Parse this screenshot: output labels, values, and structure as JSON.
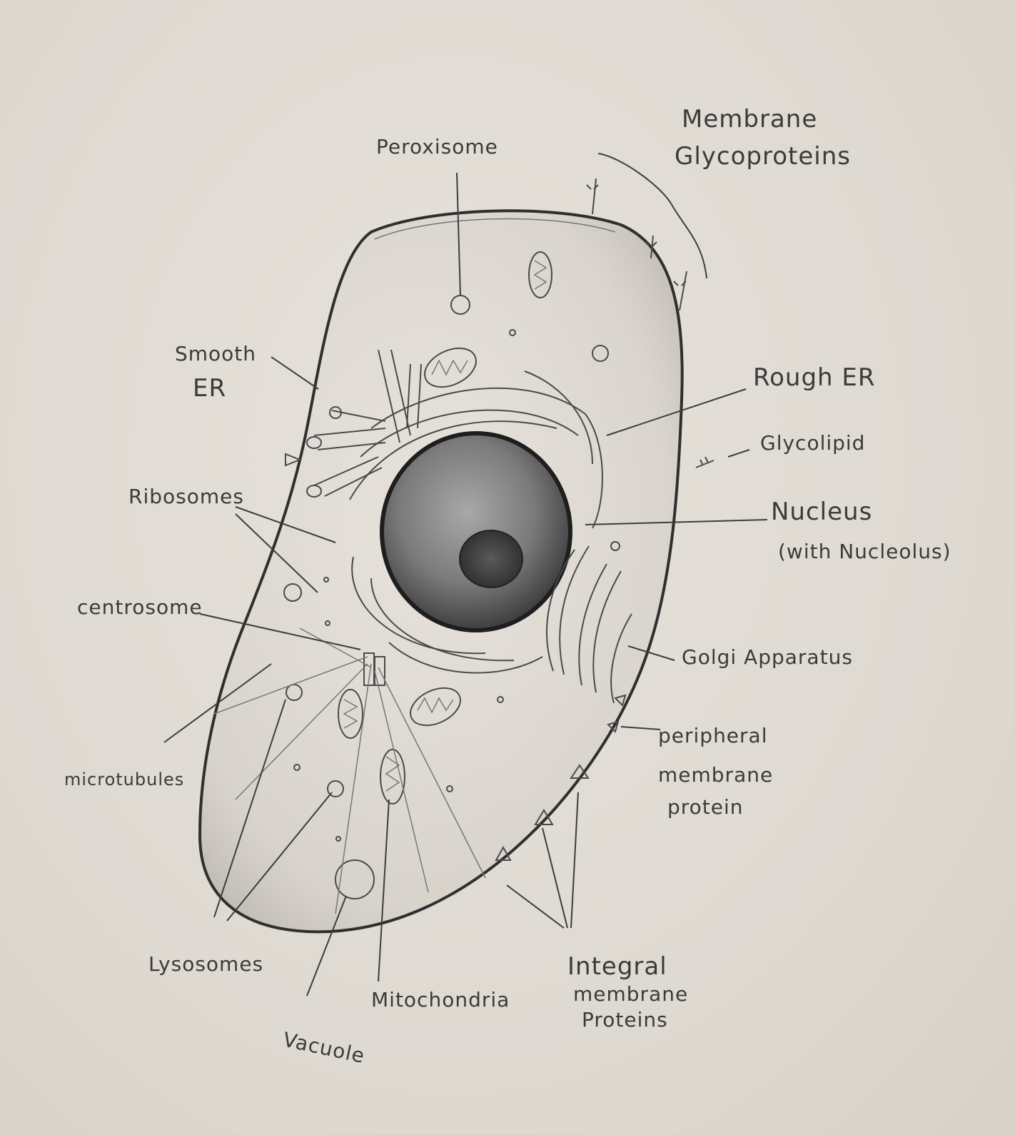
{
  "labels": {
    "peroxisome": "Peroxisome",
    "membrane_glycoproteins_1": "Membrane",
    "membrane_glycoproteins_2": "Glycoproteins",
    "smooth_er_1": "Smooth",
    "smooth_er_2": "ER",
    "rough_er": "Rough ER",
    "glycolipid": "Glycolipid",
    "ribosomes": "Ribosomes",
    "nucleus_1": "Nucleus",
    "nucleus_2": "(with Nucleolus)",
    "centrosome": "centrosome",
    "golgi": "Golgi Apparatus",
    "peripheral_1": "peripheral",
    "peripheral_2": "membrane",
    "peripheral_3": "protein",
    "microtubules": "microtubules",
    "lysosomes": "Lysosomes",
    "vacuole": "Vacuole",
    "mitochondria": "Mitochondria",
    "integral_1": "Integral",
    "integral_2": "membrane",
    "integral_3": "Proteins"
  },
  "colors": {
    "paper": "#e2ddd5",
    "pencil": "#3b3b3b",
    "nucleus_shade": "#6e6e6e"
  }
}
